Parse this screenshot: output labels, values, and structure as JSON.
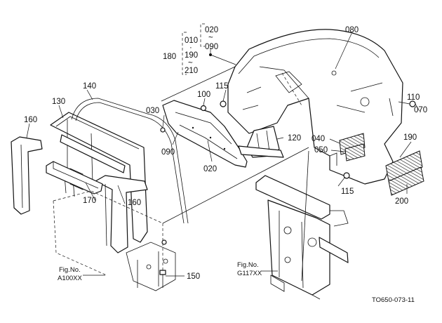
{
  "drawing_code": "TO650-073-11",
  "callouts": {
    "c010": "010",
    "c020a": "020",
    "c020b": "020",
    "c030": "030",
    "c040": "040",
    "c050": "050",
    "c070": "070",
    "c080": "080",
    "c090a": "090",
    "c090b": "090",
    "c100": "100",
    "c110": "110",
    "c115a": "115",
    "c115b": "115",
    "c120": "120",
    "c130": "130",
    "c140": "140",
    "c150": "150",
    "c160a": "160",
    "c160b": "160",
    "c170": "170",
    "c180": "180",
    "c190a": "190",
    "c190b": "190",
    "c200": "200",
    "c210": "210"
  },
  "group_marks": {
    "tilde1": "~",
    "tilde2": "~",
    "dot_sep": "·"
  },
  "figure_refs": {
    "left_line1": "Fig.No.",
    "left_line2": "A100XX",
    "right_line1": "Fig.No.",
    "right_line2": "G117XX"
  },
  "colors": {
    "line": "#111111",
    "background": "#ffffff",
    "decal_fill": "#bdbdbd"
  }
}
